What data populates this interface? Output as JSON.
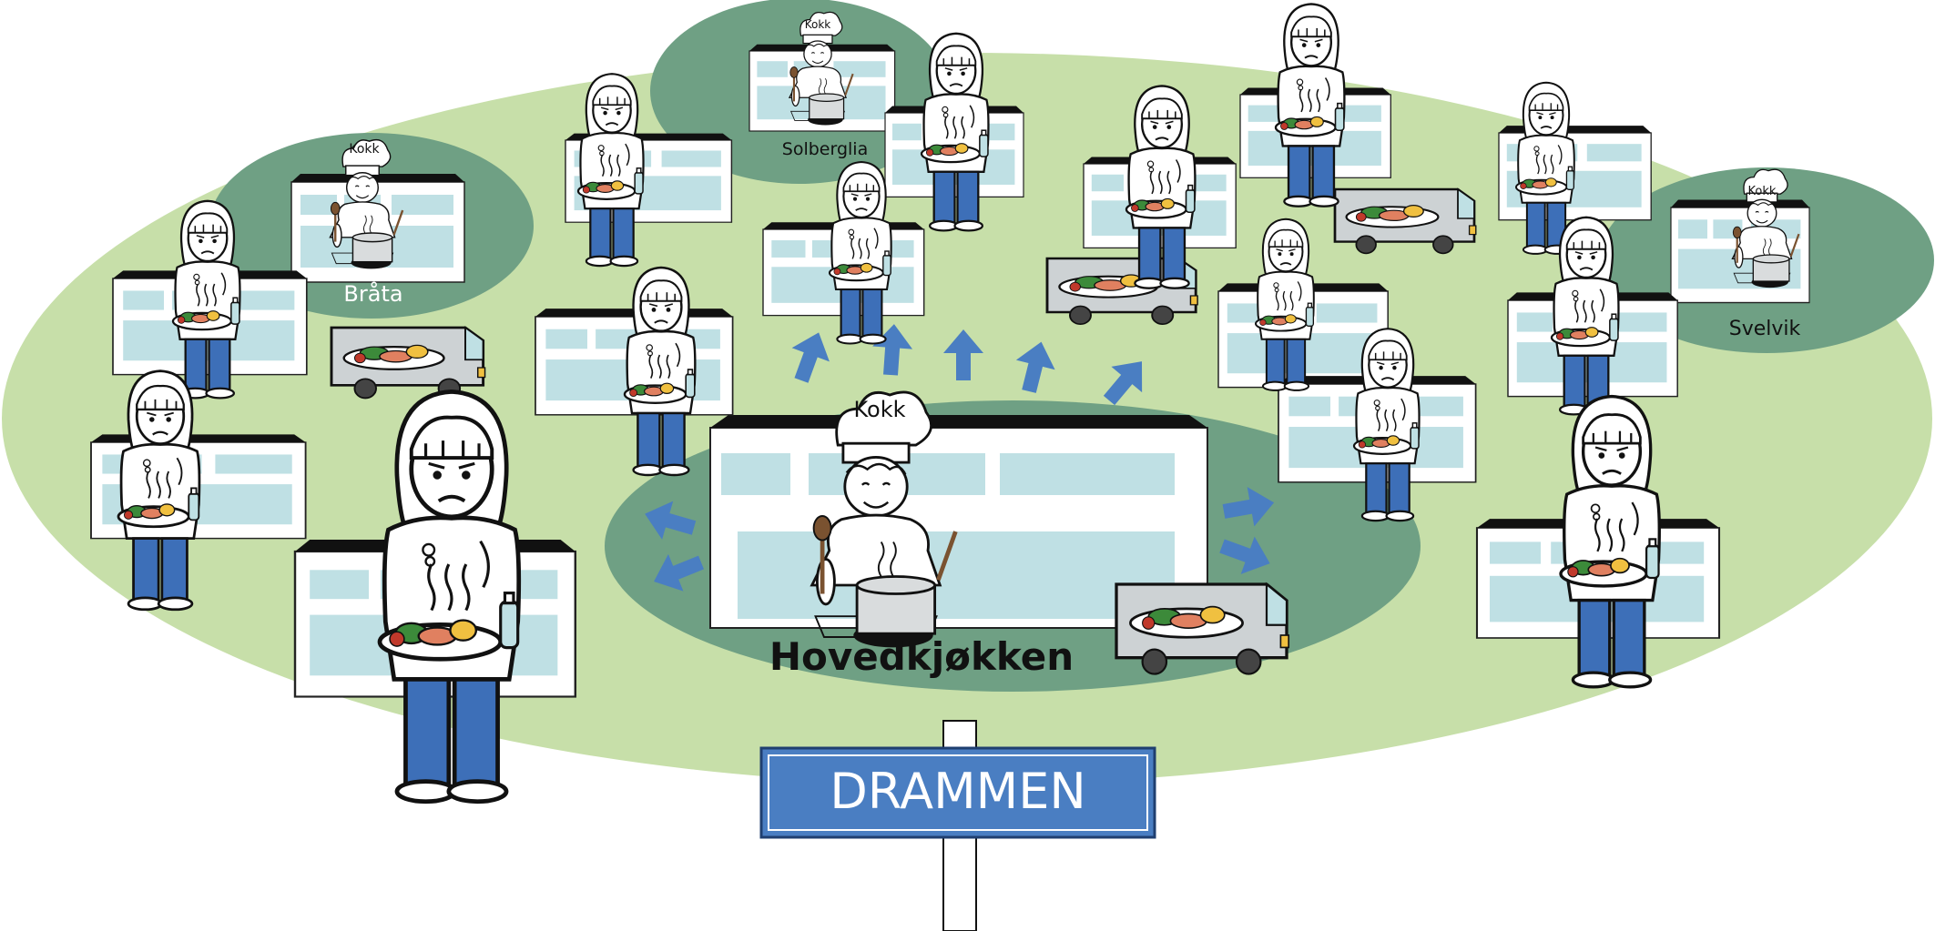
{
  "labels": {
    "main_kitchen": "Hovedkjøkken",
    "braata": "Bråta",
    "solberglia": "Solberglia",
    "svelvik": "Svelvik",
    "city_sign": "DRAMMEN",
    "chef_hat": "Kokk"
  },
  "colors": {
    "light_green": "#c7dfa9",
    "dark_green": "#6fa084",
    "arrow_blue": "#4a7ec2",
    "window_blue": "#bfe0e4",
    "sign_blue": "#4a7ec2",
    "pants_blue": "#3d6fb8",
    "truck_grey": "#cdd2d4"
  }
}
